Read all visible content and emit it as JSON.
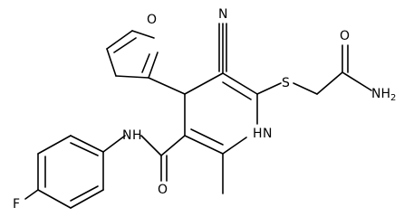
{
  "atoms": {
    "furan_o": "O",
    "nitrile_n": "N",
    "amide_o": "O",
    "amine": "NH",
    "amine_sub": "2",
    "sulfur": "S",
    "ring_nh": "H",
    "ring_n": "N",
    "amide_nh": "N",
    "amide_h": "H",
    "carbonyl_o": "O",
    "fluorine": "F"
  }
}
